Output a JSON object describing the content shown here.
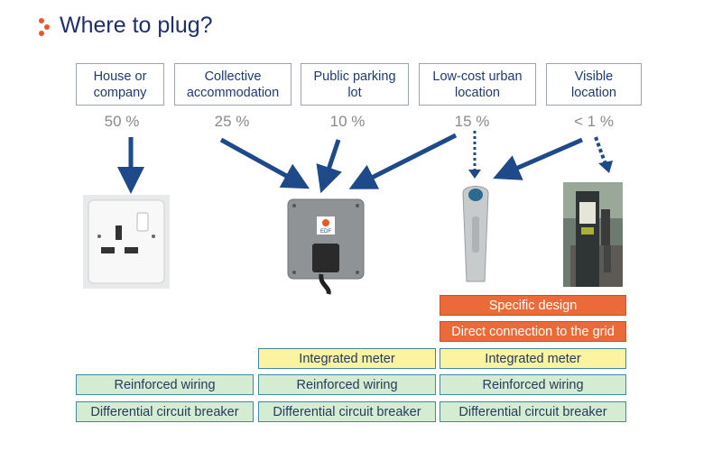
{
  "header": {
    "title": "Where to plug?"
  },
  "locations": [
    {
      "label_line1": "House or",
      "label_line2": "company",
      "share": "50 %"
    },
    {
      "label_line1": "Collective",
      "label_line2": "accommodation",
      "share": "25 %"
    },
    {
      "label_line1": "Public parking",
      "label_line2": "lot",
      "share": "10 %"
    },
    {
      "label_line1": "Low-cost urban",
      "label_line2": "location",
      "share": "15 %"
    },
    {
      "label_line1": "Visible",
      "label_line2": "location",
      "share": "< 1 %"
    }
  ],
  "devices": {
    "wall_socket": {
      "icon": "wall-socket-icon"
    },
    "charging_box": {
      "icon": "charging-box-icon",
      "logo_text": "EDF"
    },
    "charging_post": {
      "icon": "charging-post-icon"
    },
    "charging_station": {
      "icon": "charging-station-icon"
    }
  },
  "features": {
    "specific_design": "Specific design",
    "direct_connection": "Direct connection to the grid",
    "integrated_meter": "Integrated meter",
    "reinforced_wiring": "Reinforced wiring",
    "differential_breaker": "Differential circuit breaker"
  },
  "colors": {
    "arrow": "#1f4a8a",
    "green_box": "#d6ecd2",
    "yellow_box": "#fbf3a0",
    "orange_box": "#ea6a3a",
    "title": "#1f2f6b"
  }
}
